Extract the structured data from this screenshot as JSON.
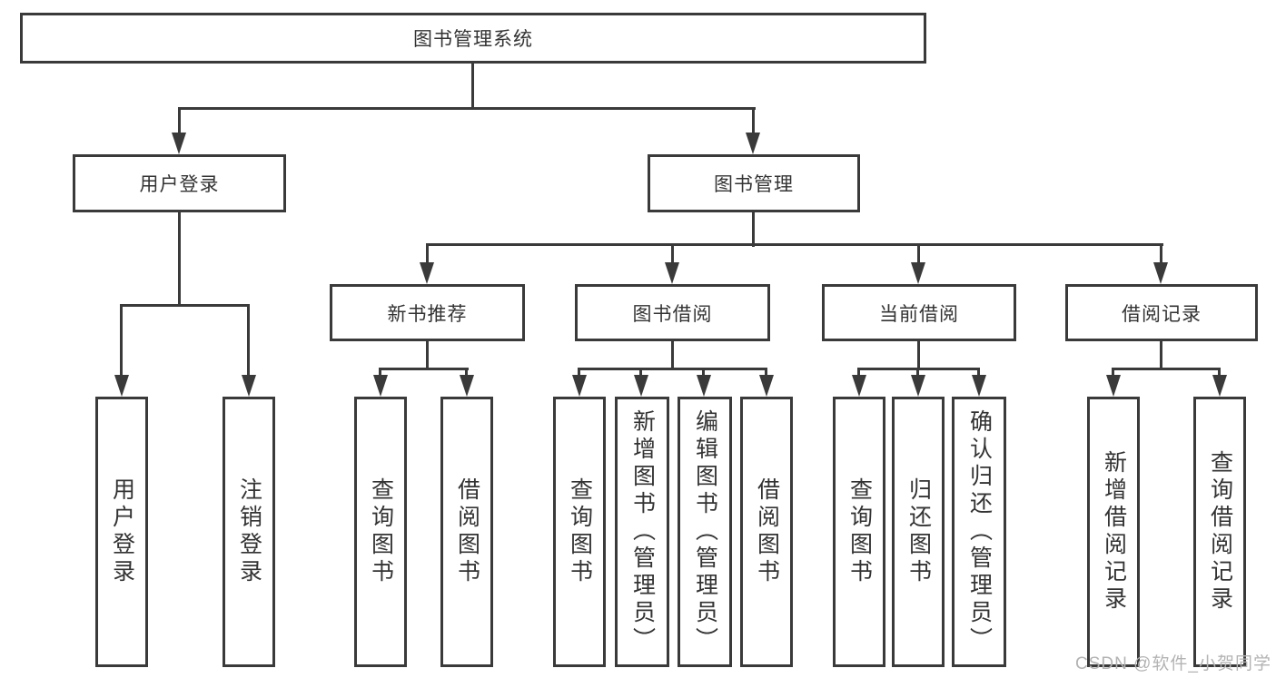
{
  "diagram": {
    "title_node": {
      "label": "图书管理系统"
    },
    "level2": [
      {
        "label": "用户登录"
      },
      {
        "label": "图书管理"
      }
    ],
    "level3": [
      {
        "label": "新书推荐"
      },
      {
        "label": "图书借阅"
      },
      {
        "label": "当前借阅"
      },
      {
        "label": "借阅记录"
      }
    ],
    "leaves": [
      {
        "label": "用户登录"
      },
      {
        "label": "注销登录"
      },
      {
        "label": "查询图书"
      },
      {
        "label": "借阅图书"
      },
      {
        "label": "查询图书"
      },
      {
        "label": "新增图书（管理员）"
      },
      {
        "label": "编辑图书（管理员）"
      },
      {
        "label": "借阅图书"
      },
      {
        "label": "查询图书"
      },
      {
        "label": "归还图书"
      },
      {
        "label": "确认归还（管理员）"
      },
      {
        "label": "新增借阅记录"
      },
      {
        "label": "查询借阅记录"
      }
    ],
    "line_color": "#3a3a3a",
    "text_color": "#333333",
    "watermark": "CSDN @软件_小贺同学"
  }
}
